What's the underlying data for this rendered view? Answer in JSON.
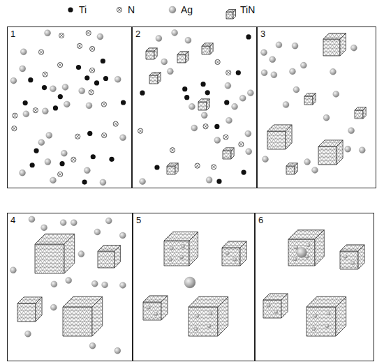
{
  "diagram": {
    "nodes": [
      {
        "text": [
          "1"
        ]
      },
      {
        "text": [
          "2"
        ]
      },
      {
        "text": [
          "3"
        ]
      },
      {
        "text": [
          "4"
        ]
      },
      {
        "text": [
          "5"
        ]
      },
      {
        "text": [
          "6"
        ]
      }
    ],
    "legend": [
      {
        "text": "Ti"
      },
      {
        "text": "N"
      },
      {
        "text": "Ag"
      },
      {
        "text": "TiN"
      }
    ]
  }
}
